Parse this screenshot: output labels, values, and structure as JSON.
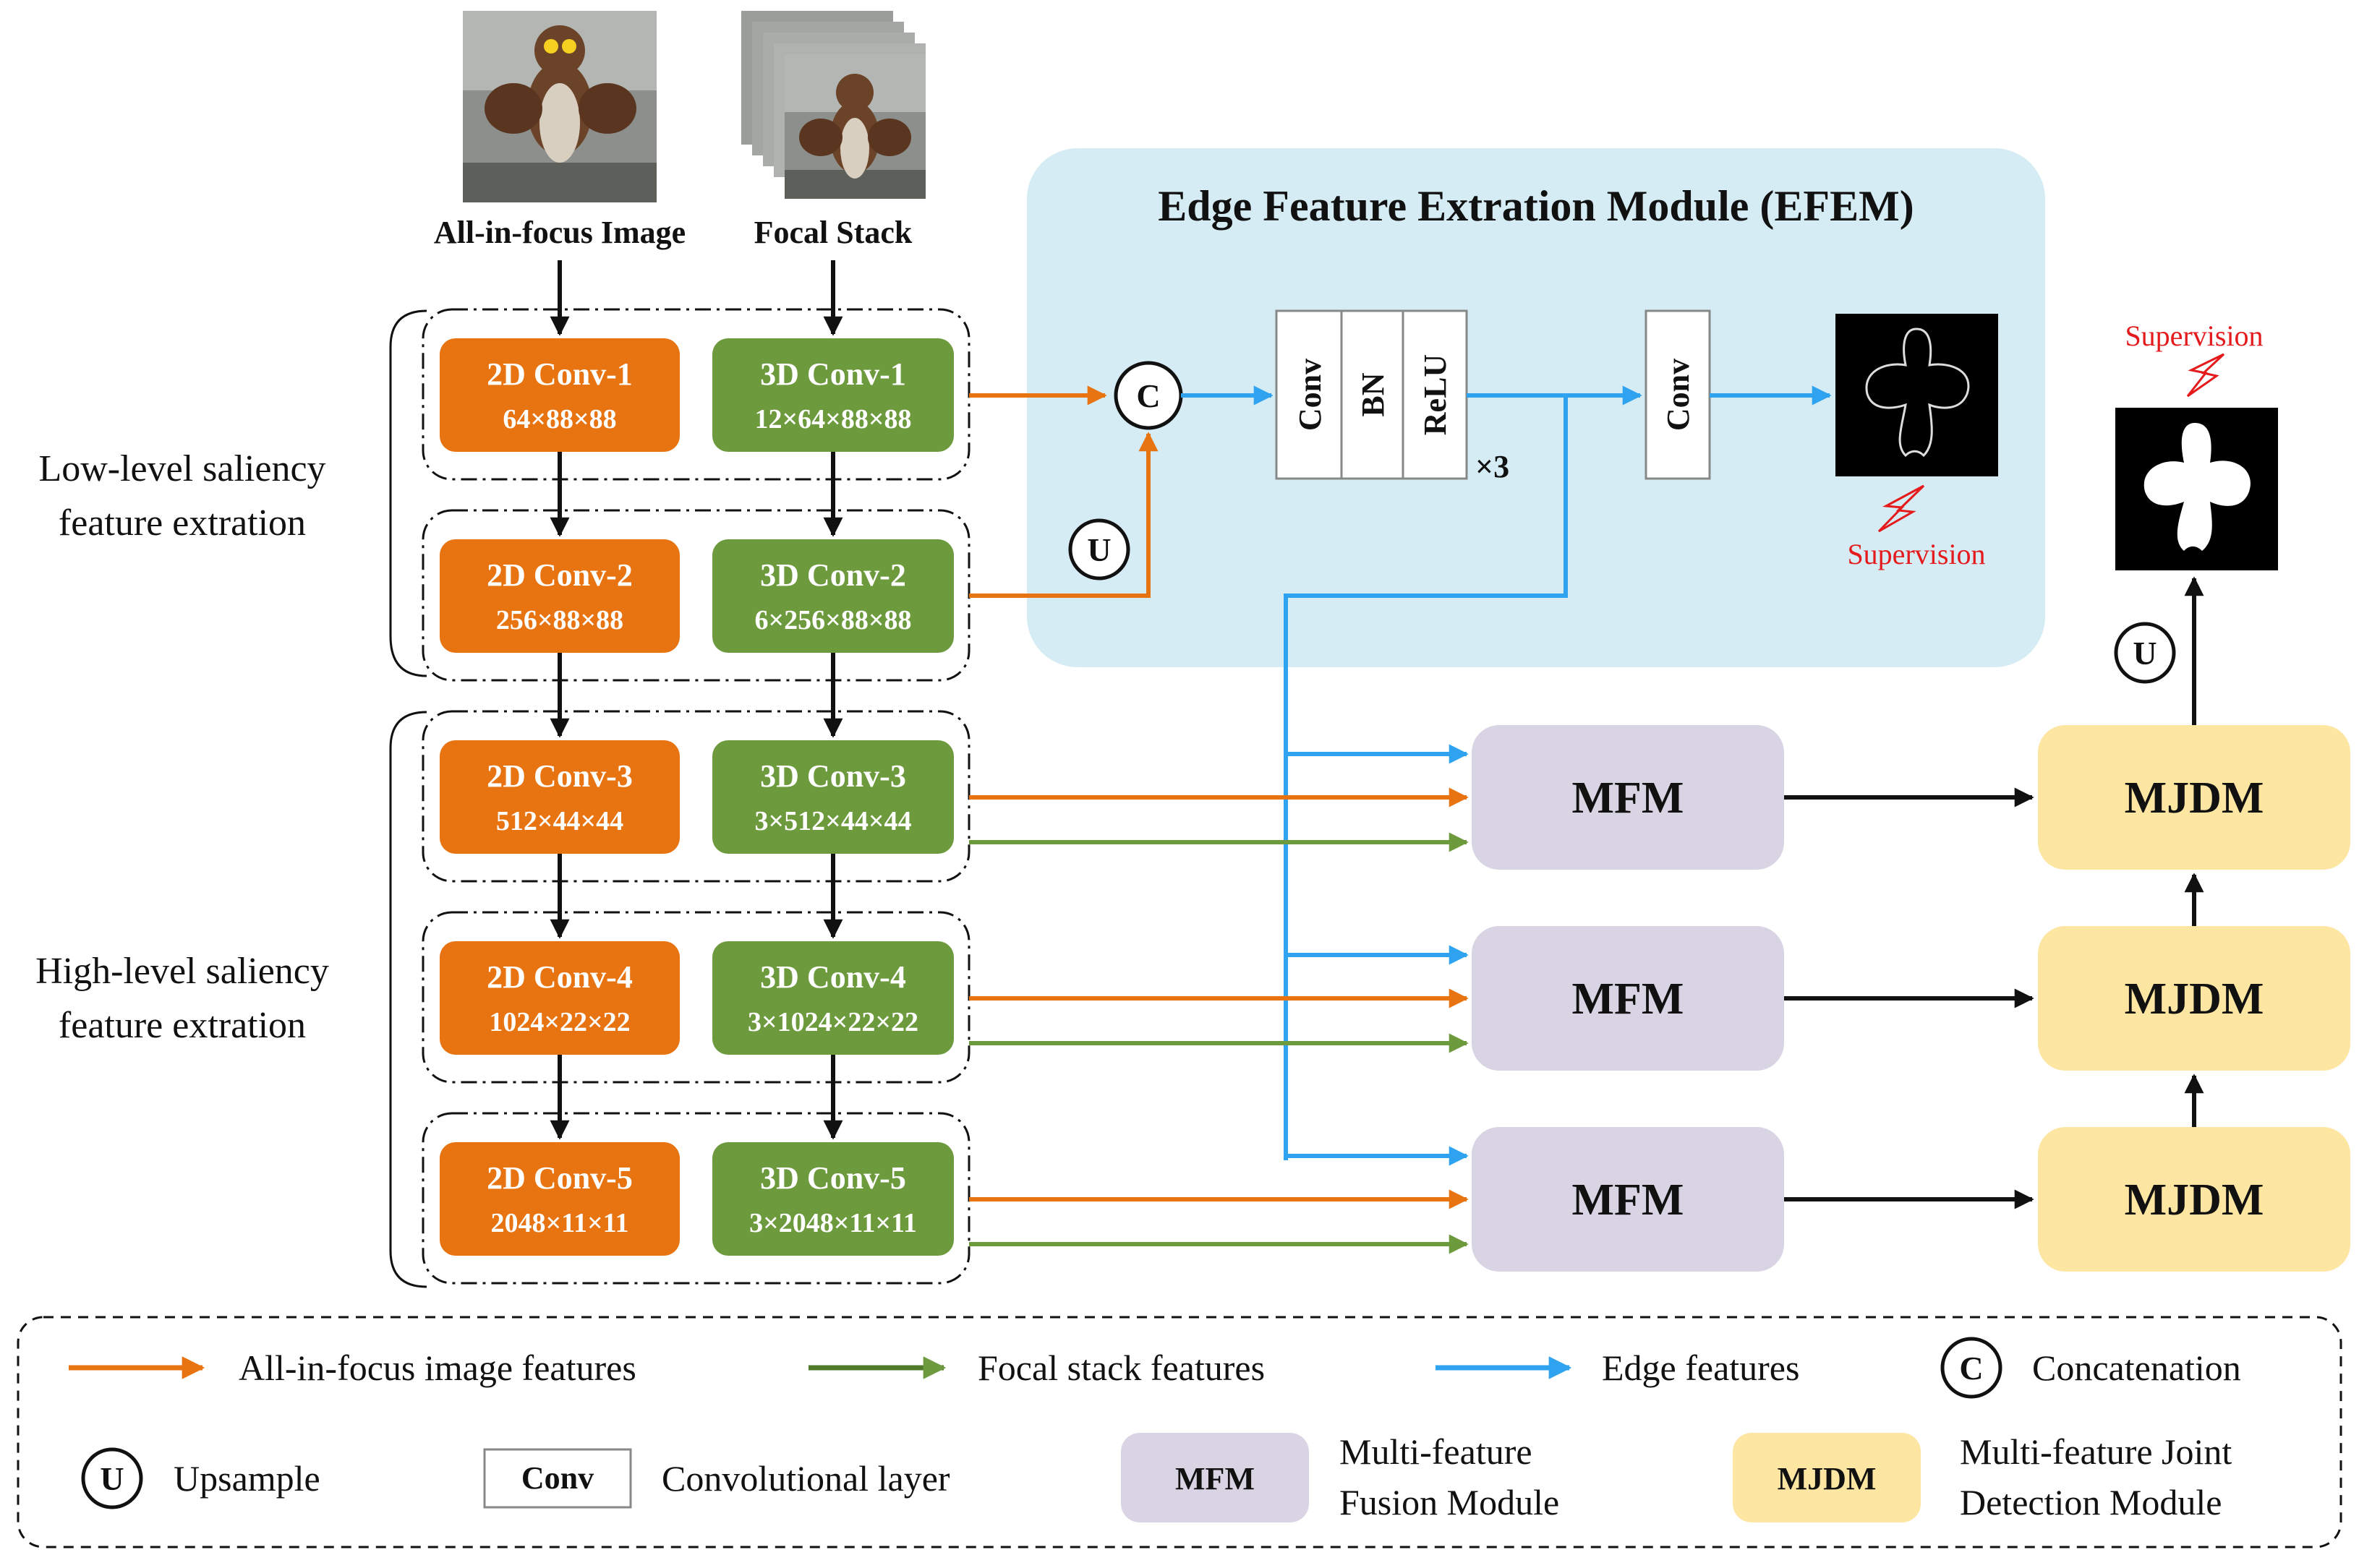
{
  "inputs": {
    "aif_label": "All-in-focus Image",
    "fs_label": "Focal Stack"
  },
  "groups": {
    "low_level": [
      "Low-level saliency",
      "feature extration"
    ],
    "high_level": [
      "High-level saliency",
      "feature extration"
    ]
  },
  "conv2d": [
    {
      "name": "2D Conv-1",
      "dims": "64×88×88"
    },
    {
      "name": "2D Conv-2",
      "dims": "256×88×88"
    },
    {
      "name": "2D Conv-3",
      "dims": "512×44×44"
    },
    {
      "name": "2D Conv-4",
      "dims": "1024×22×22"
    },
    {
      "name": "2D Conv-5",
      "dims": "2048×11×11"
    }
  ],
  "conv3d": [
    {
      "name": "3D Conv-1",
      "dims": "12×64×88×88"
    },
    {
      "name": "3D Conv-2",
      "dims": "6×256×88×88"
    },
    {
      "name": "3D Conv-3",
      "dims": "3×512×44×44"
    },
    {
      "name": "3D Conv-4",
      "dims": "3×1024×22×22"
    },
    {
      "name": "3D Conv-5",
      "dims": "3×2048×11×11"
    }
  ],
  "efem": {
    "title": "Edge Feature Extration Module (EFEM)",
    "layers": [
      "Conv",
      "BN",
      "ReLU"
    ],
    "repeat": "×3",
    "final_conv": "Conv",
    "concat_symbol": "C",
    "upsample_symbol": "U",
    "supervision": "Supervision"
  },
  "mfm_label": "MFM",
  "mjdm_label": "MJDM",
  "output": {
    "upsample_symbol": "U",
    "supervision": "Supervision"
  },
  "legend": {
    "aif_features": "All-in-focus image features",
    "fs_features": "Focal stack features",
    "edge_features": "Edge features",
    "concat_symbol": "C",
    "concat_label": "Concatenation",
    "upsample_symbol": "U",
    "upsample_label": "Upsample",
    "conv_box": "Conv",
    "conv_label": "Convolutional layer",
    "mfm_box": "MFM",
    "mfm_label": [
      "Multi-feature",
      "Fusion Module"
    ],
    "mjdm_box": "MJDM",
    "mjdm_label": [
      "Multi-feature Joint",
      "Detection Module"
    ]
  },
  "colors": {
    "orange": "#e87311",
    "green": "#6e9a3e",
    "blue": "#2fa3f0",
    "black": "#111111",
    "efem_bg": "#d6ecf4",
    "mfm_bg": "#d9d4e3",
    "mjdm_bg": "#fde6a2",
    "supervision_red": "#e41a1c"
  }
}
